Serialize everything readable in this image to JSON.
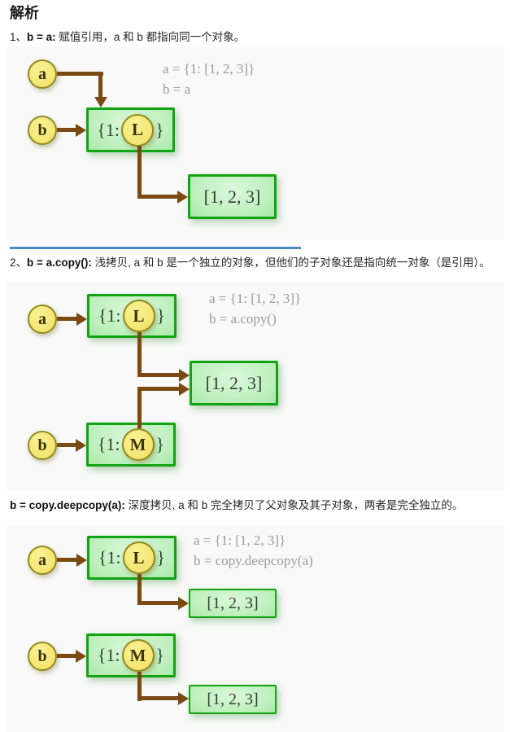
{
  "page": {
    "title": "解析"
  },
  "colors": {
    "arrow": "#7b4a12",
    "box_border": "#12a412",
    "box_fill": "#c2f1c2",
    "circle_fill": "#f4e470",
    "circle_border": "#8f8a1e",
    "code_text": "#9a9a9a",
    "divider": "#4e8ac8"
  },
  "sections": [
    {
      "num": "1、",
      "code": "b = a:",
      "desc": " 赋值引用，a 和 b 都指向同一个对象。",
      "code_line1": "a = {1: [1, 2, 3]}",
      "code_line2": "b = a"
    },
    {
      "num": "2、",
      "code": "b = a.copy():",
      "desc": " 浅拷贝, a 和 b 是一个独立的对象，但他们的子对象还是指向统一对象（是引用）。",
      "code_line1": "a = {1: [1, 2, 3]}",
      "code_line2": "b = a.copy()"
    },
    {
      "num": "",
      "code": "b = copy.deepcopy(a):",
      "desc": " 深度拷贝, a 和 b 完全拷贝了父对象及其子对象，两者是完全独立的。",
      "code_line1": "a = {1: [1, 2, 3]}",
      "code_line2": "b = copy.deepcopy(a)"
    }
  ],
  "diagram": {
    "var_a": "a",
    "var_b": "b",
    "key_prefix": "{1:",
    "key_suffix": "}",
    "ref_l": "L",
    "ref_m": "M",
    "list_value": "[1, 2, 3]"
  }
}
